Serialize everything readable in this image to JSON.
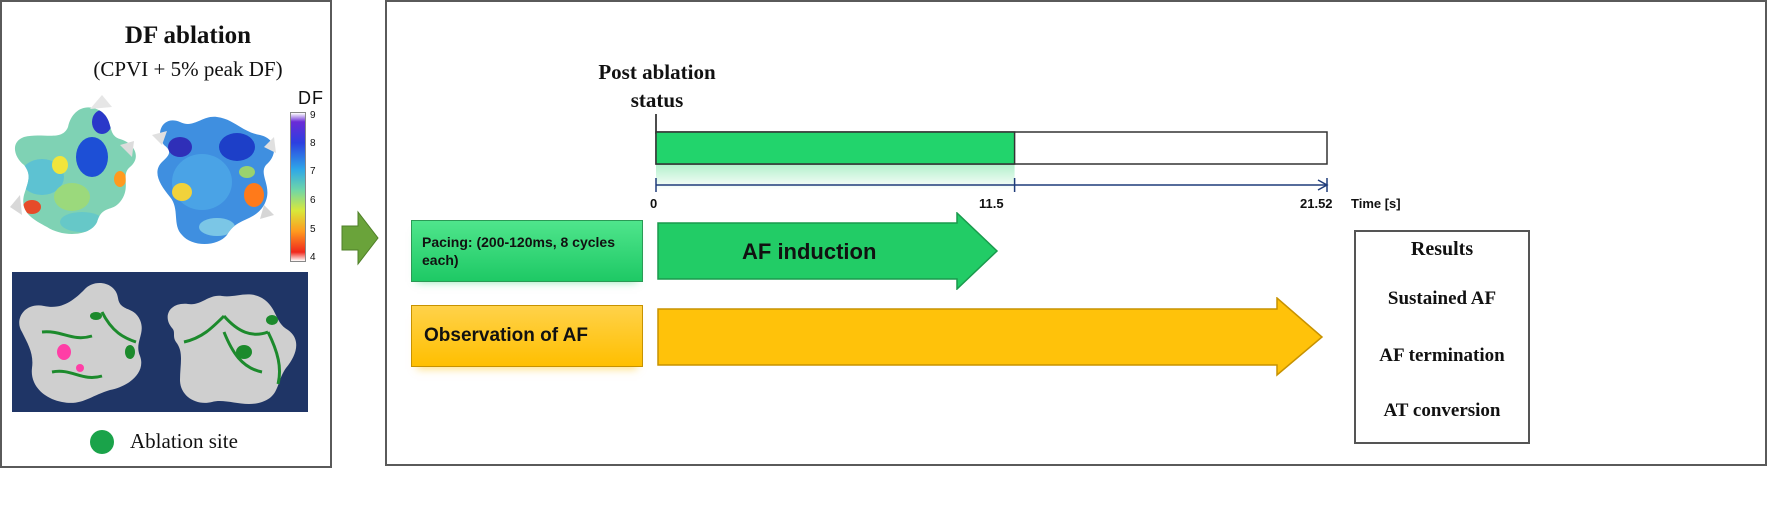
{
  "left_panel": {
    "title": "DF ablation",
    "subtitle": "(CPVI + 5% peak DF)",
    "colorbar": {
      "label": "DF",
      "ticks": [
        "9",
        "8",
        "7",
        "6",
        "5",
        "4"
      ]
    },
    "legend_label": "Ablation site",
    "colors": {
      "ablation_marker": "#1aa34a",
      "map_background": "#1f3566"
    }
  },
  "timeline": {
    "post_ablation_label": "Post ablation status",
    "ticks": [
      "0",
      "11.5",
      "21.52"
    ],
    "axis_label": "Time [s]",
    "axis_max": 21.52,
    "filled_until": 11.5,
    "colors": {
      "green": "#22d46c",
      "yellow": "#ffc000",
      "axis": "#1f3c7a"
    }
  },
  "steps": {
    "pacing_label": "Pacing: (200-120ms, 8 cycles each)",
    "induction_label": "AF induction",
    "observation_label": "Observation of AF"
  },
  "results": {
    "title": "Results",
    "items": [
      "Sustained AF",
      "AF termination",
      "AT conversion"
    ]
  }
}
